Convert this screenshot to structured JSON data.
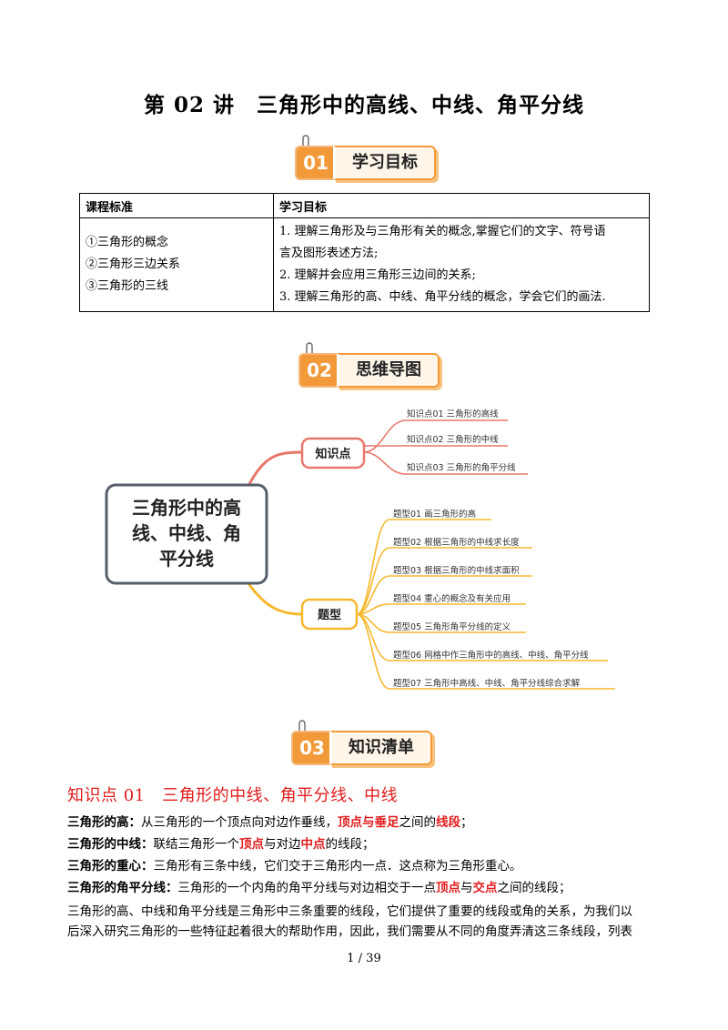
{
  "title": "第 02 讲　三角形中的高线、中线、角平分线",
  "sections": [
    {
      "num": "01",
      "label": "学习目标"
    },
    {
      "num": "02",
      "label": "思维导图"
    },
    {
      "num": "03",
      "label": "知识清单"
    }
  ],
  "table": {
    "headers": [
      "课程标准",
      "学习目标"
    ],
    "standards": [
      "①三角形的概念",
      "②三角形三边关系",
      "③三角形的三线"
    ],
    "goals": [
      "1.  理解三角形及与三角形有关的概念,掌握它们的文字、符号语",
      "言及图形表述方法;",
      "2.  理解并会应用三角形三边间的关系;",
      "3.  理解三角形的高、中线、角平分线的概念，学会它们的画法."
    ]
  },
  "mindmap": {
    "center": [
      "三角形中的高",
      "线、中线、角",
      "平分线"
    ],
    "branch1": {
      "label": "知识点",
      "items": [
        "知识点01  三角形的高线",
        "知识点02  三角形的中线",
        "知识点03  三角形的角平分线"
      ]
    },
    "branch2": {
      "label": "题型",
      "items": [
        "题型01  画三角形的高",
        "题型02  根据三角形的中线求长度",
        "题型03  根据三角形的中线求面积",
        "题型04  重心的概念及有关应用",
        "题型05  三角形角平分线的定义",
        "题型06  网格中作三角形中的高线、中线、角平分线",
        "题型07  三角形中高线、中线、角平分线综合求解"
      ]
    },
    "colors": {
      "branch1": "#e8776b",
      "branch2": "#f5b82e",
      "center_border": "#555e6b"
    }
  },
  "knowledge": {
    "title": "知识点 01　三角形的中线、角平分线、中线",
    "lines": [
      {
        "term": "三角形的高：",
        "a": "从三角形的一个顶点向对边作垂线，",
        "r1": "顶点与垂足",
        "b": "之间的",
        "r2": "线段",
        "c": "；"
      },
      {
        "term": "三角形的中线：",
        "a": "联结三角形一个",
        "r1": "顶点",
        "b": "与对边",
        "r2": "中点",
        "c": "的线段；"
      },
      {
        "term": "三角形的重心：",
        "a": "三角形有三条中线，它们交于三角形内一点．这点称为三角形重心。",
        "r1": "",
        "b": "",
        "r2": "",
        "c": ""
      },
      {
        "term": "三角形的角平分线：",
        "a": "三角形的一个内角的角平分线与对边相交于一点",
        "r1": "顶点",
        "b": "与",
        "r2": "交点",
        "c": "之间的线段；"
      }
    ],
    "paragraph": [
      "三角形的高、中线和角平分线是三角形中三条重要的线段，它们提供了重要的线段或角的关系，为我们以",
      "后深入研究三角形的一些特征起着很大的帮助作用，因此，我们需要从不同的角度弄清这三条线段，列表"
    ]
  },
  "footer": "1  /  39",
  "accent": "#f29a3a",
  "red": "#e11d1d"
}
